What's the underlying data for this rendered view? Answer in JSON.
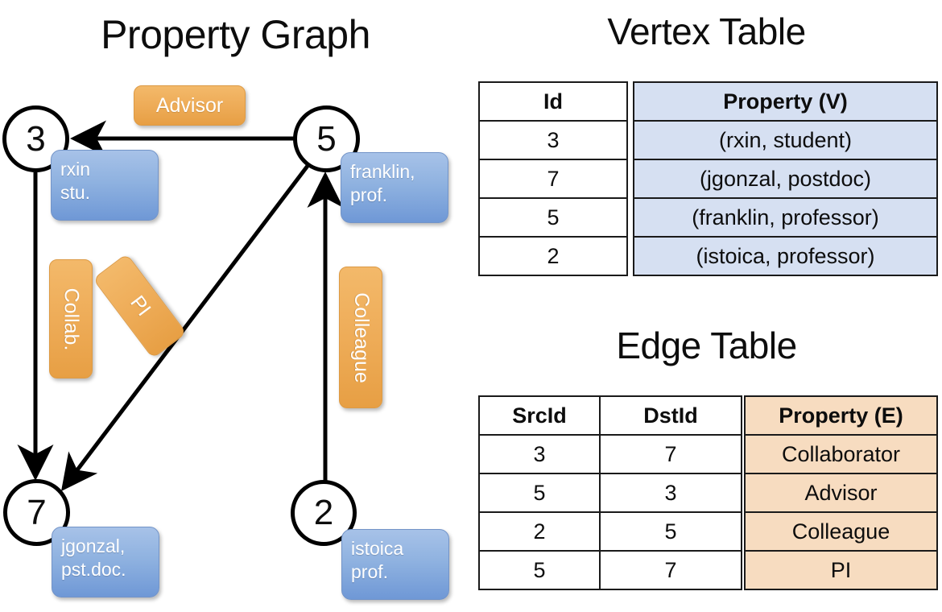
{
  "titles": {
    "property_graph": "Property Graph",
    "vertex_table": "Vertex Table",
    "edge_table": "Edge Table"
  },
  "colors": {
    "vertex_property_fill": "#d6e0f2",
    "edge_property_fill": "#f7dcc0",
    "node_box_blue": "#8fb2e0",
    "edge_label_orange": "#eeac58",
    "stroke": "#000000",
    "background": "#ffffff"
  },
  "graph": {
    "nodes": [
      {
        "id": "3",
        "prop_line1": "rxin",
        "prop_line2": "stu."
      },
      {
        "id": "5",
        "prop_line1": "franklin,",
        "prop_line2": "prof."
      },
      {
        "id": "7",
        "prop_line1": "jgonzal,",
        "prop_line2": "pst.doc."
      },
      {
        "id": "2",
        "prop_line1": "istoica",
        "prop_line2": "prof."
      }
    ],
    "edge_labels": [
      {
        "name": "advisor-label",
        "text": "Advisor",
        "orientation": "horizontal"
      },
      {
        "name": "collab-label",
        "text": "Collab.",
        "orientation": "vertical"
      },
      {
        "name": "pi-label",
        "text": "PI",
        "orientation": "diagonal"
      },
      {
        "name": "colleague-label",
        "text": "Colleague",
        "orientation": "vertical"
      }
    ],
    "edges": [
      {
        "from": "5",
        "to": "3",
        "label": "Advisor"
      },
      {
        "from": "3",
        "to": "7",
        "label": "Collab."
      },
      {
        "from": "5",
        "to": "7",
        "label": "PI"
      },
      {
        "from": "2",
        "to": "5",
        "label": "Colleague"
      }
    ]
  },
  "vertex_table": {
    "headers": {
      "id": "Id",
      "property": "Property (V)"
    },
    "rows": [
      {
        "id": "3",
        "property": "(rxin, student)"
      },
      {
        "id": "7",
        "property": "(jgonzal, postdoc)"
      },
      {
        "id": "5",
        "property": "(franklin, professor)"
      },
      {
        "id": "2",
        "property": "(istoica, professor)"
      }
    ]
  },
  "edge_table": {
    "headers": {
      "src": "SrcId",
      "dst": "DstId",
      "property": "Property (E)"
    },
    "rows": [
      {
        "src": "3",
        "dst": "7",
        "property": "Collaborator"
      },
      {
        "src": "5",
        "dst": "3",
        "property": "Advisor"
      },
      {
        "src": "2",
        "dst": "5",
        "property": "Colleague"
      },
      {
        "src": "5",
        "dst": "7",
        "property": "PI"
      }
    ]
  }
}
